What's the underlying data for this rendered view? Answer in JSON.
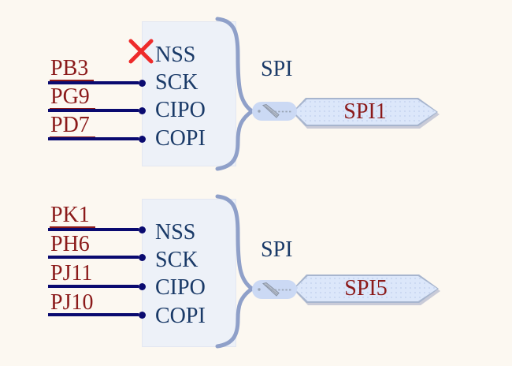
{
  "diagram": {
    "modules": [
      {
        "bus_label": "SPI",
        "instance_label": "SPI1",
        "pin_names": [
          "NSS",
          "SCK",
          "CIPO",
          "COPI"
        ],
        "pad_labels": [
          "PB3",
          "PG9",
          "PD7"
        ],
        "pad_connections": [
          "SCK",
          "CIPO",
          "COPI"
        ],
        "nss_crossed_out": true
      },
      {
        "bus_label": "SPI",
        "instance_label": "SPI5",
        "pin_names": [
          "NSS",
          "SCK",
          "CIPO",
          "COPI"
        ],
        "pad_labels": [
          "PK1",
          "PH6",
          "PJ11",
          "PJ10"
        ],
        "pad_connections": [
          "NSS",
          "SCK",
          "CIPO",
          "COPI"
        ],
        "nss_crossed_out": false
      }
    ],
    "icons": [
      "disconnect-x-icon",
      "curly-brace",
      "edit-pencil-icon"
    ],
    "colors": {
      "background": "#FCF8F1",
      "block_fill": "#EDF1F8",
      "pin_name": "#1A3A68",
      "pad_label": "#8B1A1A",
      "wire": "#0A0A70",
      "brace": "#8FA0C9",
      "x_mark": "#EE2B2B",
      "tag_fill": "#DCE7FA",
      "tag_border": "#A7B5CE",
      "tag_text": "#8B1A1A",
      "capsule_fill": "#CBD9F4"
    }
  }
}
